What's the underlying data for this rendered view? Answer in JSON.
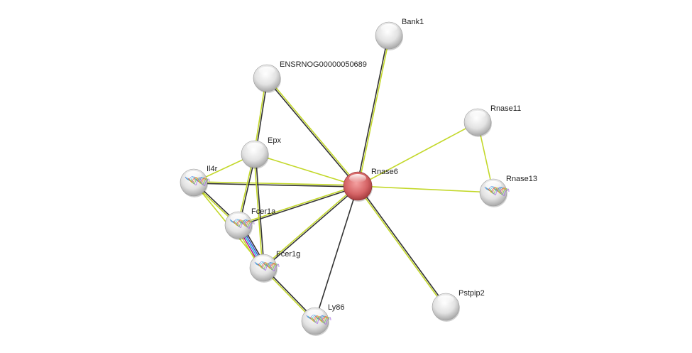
{
  "colors": {
    "query_node": "#d9686a",
    "node": "#e6e6e6",
    "edge_black": "#333333",
    "edge_text": "#c3d82a",
    "edge_blue": "#3c5ae0",
    "edge_cyan": "#27b7d8",
    "edge_magenta": "#b8189c"
  },
  "nodes": [
    {
      "id": "Bank1",
      "label": "Bank1",
      "query": false,
      "structure": false
    },
    {
      "id": "ENSRNOG00000050689",
      "label": "ENSRNOG00000050689",
      "query": false,
      "structure": false
    },
    {
      "id": "Rnase11",
      "label": "Rnase11",
      "query": false,
      "structure": false
    },
    {
      "id": "Epx",
      "label": "Epx",
      "query": false,
      "structure": false
    },
    {
      "id": "Il4r",
      "label": "Il4r",
      "query": false,
      "structure": true
    },
    {
      "id": "Rnase6",
      "label": "Rnase6",
      "query": true,
      "structure": false
    },
    {
      "id": "Rnase13",
      "label": "Rnase13",
      "query": false,
      "structure": true
    },
    {
      "id": "Fcer1a",
      "label": "Fcer1a",
      "query": false,
      "structure": true
    },
    {
      "id": "Fcer1g",
      "label": "Fcer1g",
      "query": false,
      "structure": true
    },
    {
      "id": "Pstpip2",
      "label": "Pstpip2",
      "query": false,
      "structure": false
    },
    {
      "id": "Ly86",
      "label": "Ly86",
      "query": false,
      "structure": true
    }
  ],
  "edges": [
    {
      "a": "Rnase6",
      "b": "Bank1",
      "types": [
        "black",
        "text"
      ]
    },
    {
      "a": "Rnase6",
      "b": "ENSRNOG00000050689",
      "types": [
        "black",
        "text"
      ]
    },
    {
      "a": "Rnase6",
      "b": "Rnase11",
      "types": [
        "text"
      ]
    },
    {
      "a": "Rnase6",
      "b": "Rnase13",
      "types": [
        "text"
      ]
    },
    {
      "a": "Rnase6",
      "b": "Pstpip2",
      "types": [
        "black",
        "text"
      ]
    },
    {
      "a": "Rnase6",
      "b": "Ly86",
      "types": [
        "black"
      ]
    },
    {
      "a": "Rnase6",
      "b": "Fcer1g",
      "types": [
        "black",
        "text"
      ]
    },
    {
      "a": "Rnase6",
      "b": "Fcer1a",
      "types": [
        "black",
        "text"
      ]
    },
    {
      "a": "Rnase6",
      "b": "Il4r",
      "types": [
        "black",
        "text"
      ]
    },
    {
      "a": "Rnase6",
      "b": "Epx",
      "types": [
        "text"
      ]
    },
    {
      "a": "Rnase11",
      "b": "Rnase13",
      "types": [
        "text"
      ]
    },
    {
      "a": "ENSRNOG00000050689",
      "b": "Epx",
      "types": [
        "black",
        "text"
      ]
    },
    {
      "a": "Epx",
      "b": "Il4r",
      "types": [
        "text"
      ]
    },
    {
      "a": "Epx",
      "b": "Fcer1a",
      "types": [
        "black",
        "text"
      ]
    },
    {
      "a": "Epx",
      "b": "Fcer1g",
      "types": [
        "black",
        "text"
      ]
    },
    {
      "a": "Il4r",
      "b": "Fcer1a",
      "types": [
        "black",
        "text"
      ]
    },
    {
      "a": "Il4r",
      "b": "Fcer1g",
      "types": [
        "text"
      ]
    },
    {
      "a": "Fcer1a",
      "b": "Fcer1g",
      "types": [
        "black",
        "blue",
        "cyan",
        "magenta",
        "text"
      ]
    },
    {
      "a": "Fcer1g",
      "b": "Ly86",
      "types": [
        "black",
        "text"
      ]
    }
  ]
}
